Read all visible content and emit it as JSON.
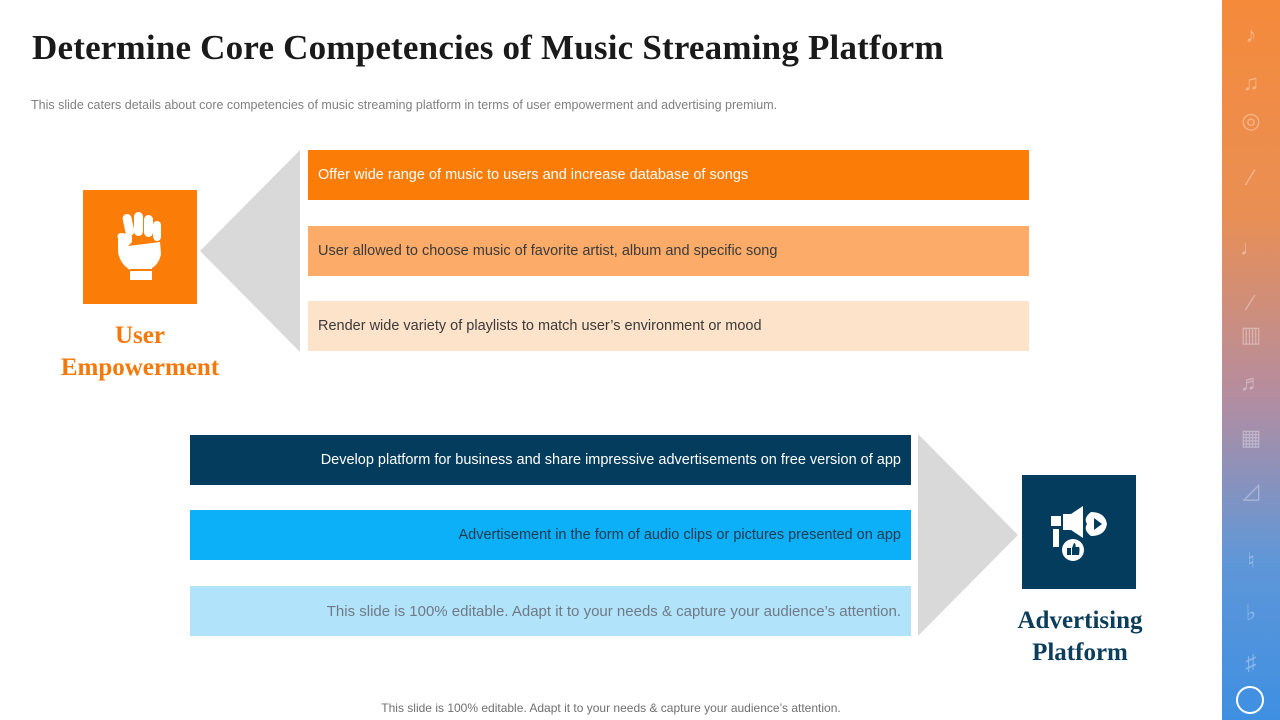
{
  "slide": {
    "title": "Determine Core Competencies of Music Streaming Platform",
    "subtitle": "This slide caters details about core competencies of music streaming platform in terms of user empowerment  and advertising  premium.",
    "footer": "This slide is 100% editable. Adapt it to your needs & capture your audience’s attention."
  },
  "user_empowerment": {
    "label_line1": "User",
    "label_line2": "Empowerment",
    "icon": "raised-fist-icon",
    "items": [
      "Offer wide range of music to users and increase database of songs",
      "User allowed to choose music of favorite artist, album and specific song",
      "Render wide variety of playlists to match user’s environment or mood"
    ]
  },
  "advertising_platform": {
    "label_line1": "Advertising",
    "label_line2": "Platform",
    "icon": "advertising-megaphone-icon",
    "items": [
      "Develop platform for business and share impressive advertisements on free version of app",
      "Advertisement in the form of audio clips or pictures presented on app",
      "This slide is 100% editable. Adapt it to your needs & capture your audience’s attention."
    ]
  },
  "colors": {
    "orange": "#fb7c07",
    "orange_mid": "#fdab68",
    "orange_light": "#fee3cb",
    "navy": "#033c5c",
    "blue": "#0cb0f8",
    "blue_light": "#b1e3fb",
    "gray_arrow": "#d9d9d9"
  }
}
